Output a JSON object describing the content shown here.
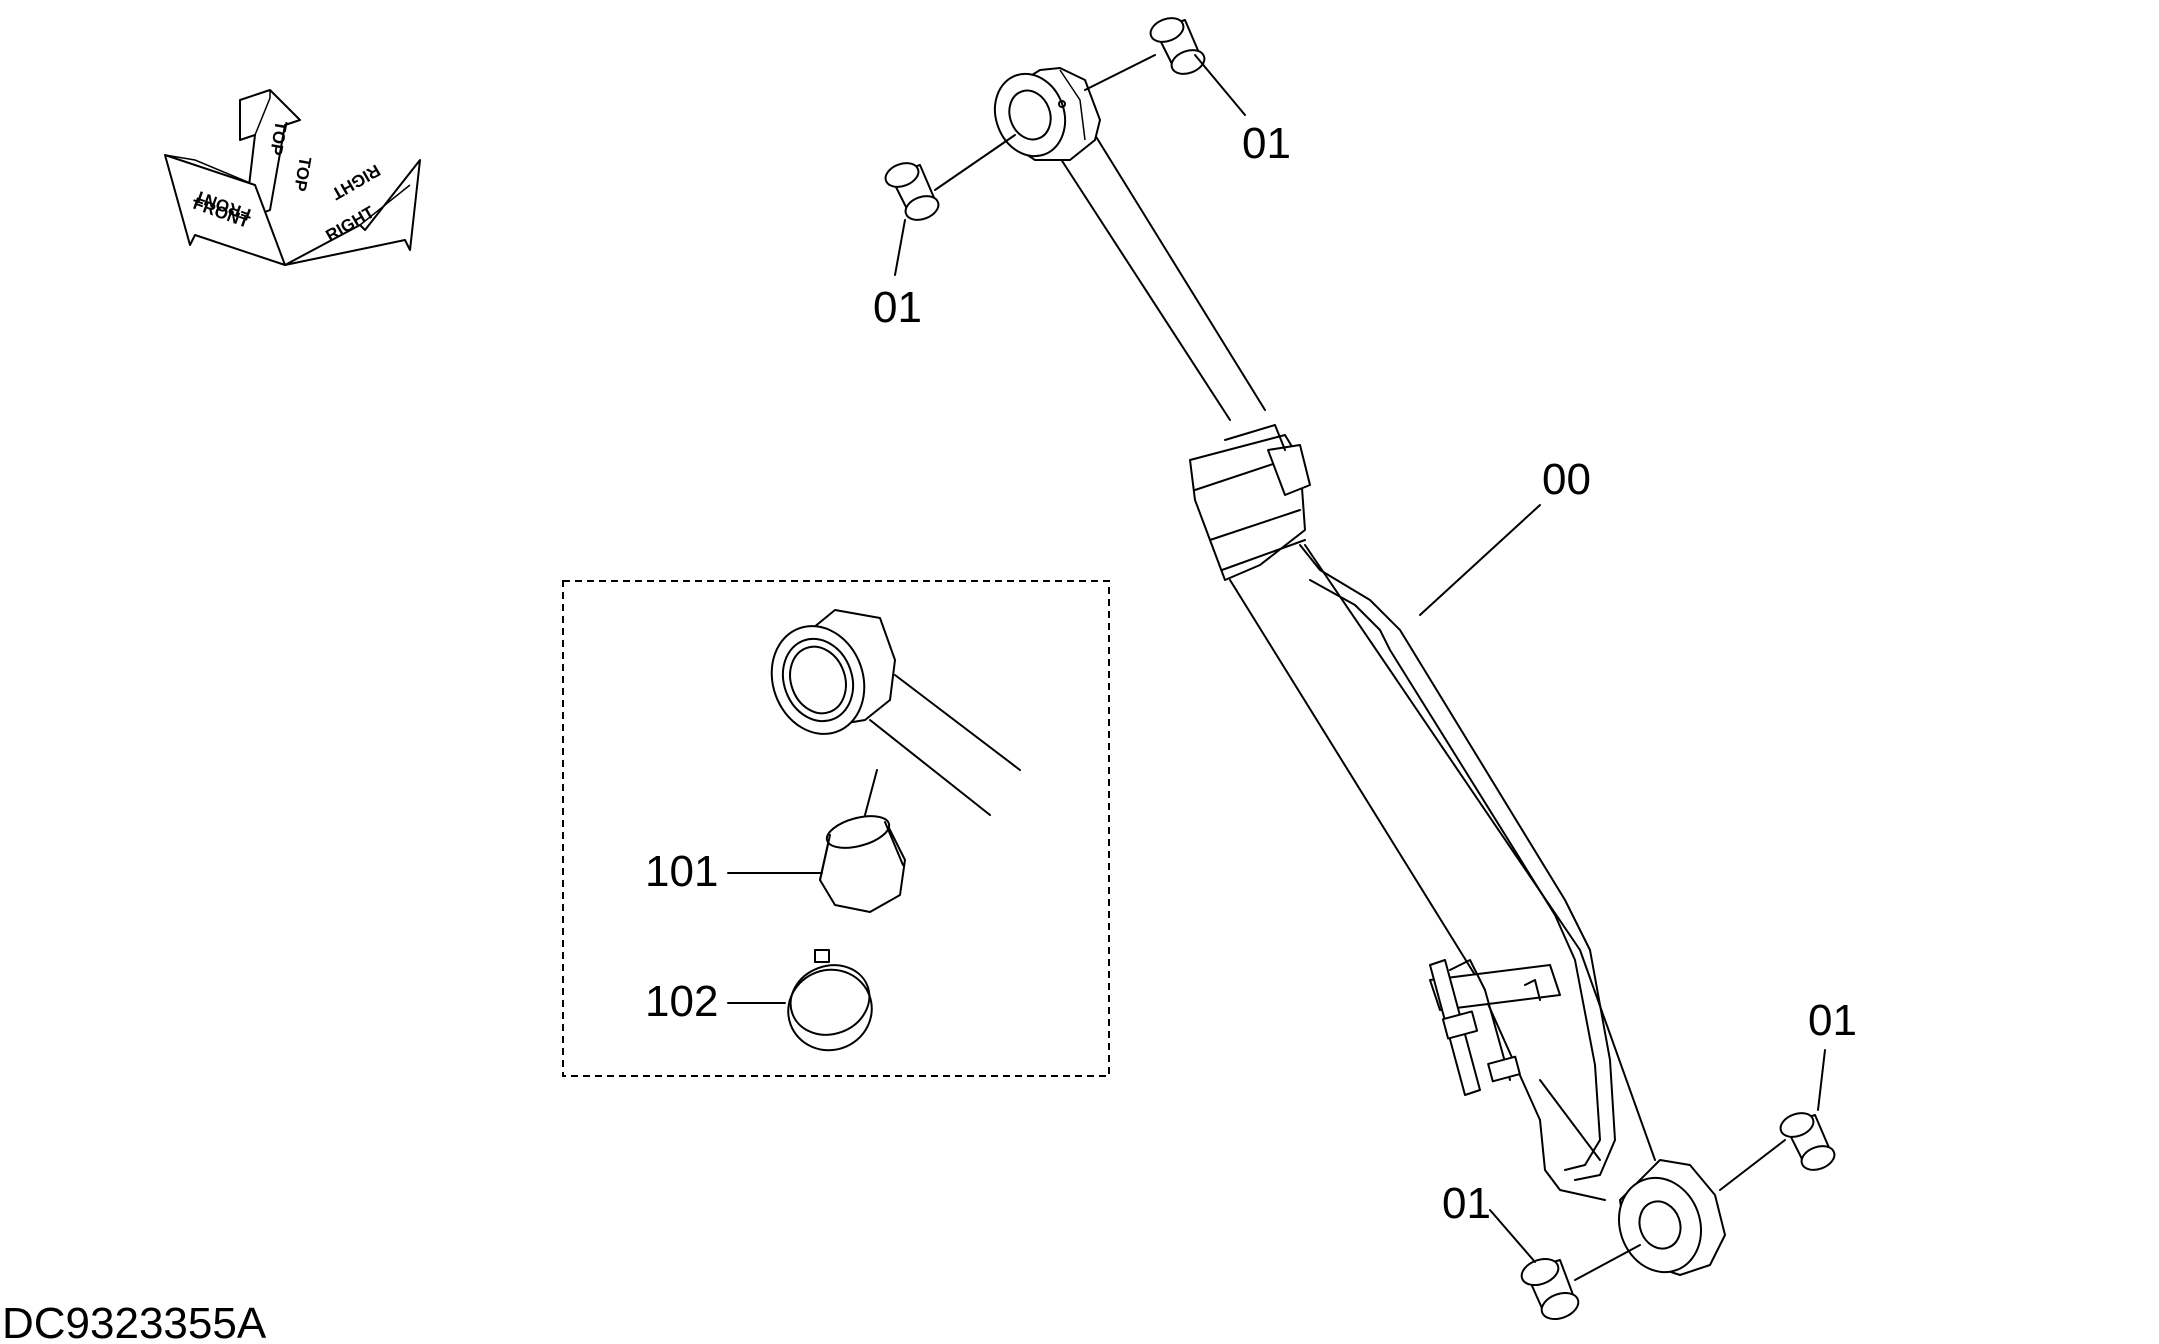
{
  "drawing_id": "DC9323355A",
  "orientation": {
    "front": "FRONT",
    "top": "TOP",
    "right": "RIGHT"
  },
  "callouts": [
    {
      "id": "top-right-bushing",
      "label": "01"
    },
    {
      "id": "top-left-bushing",
      "label": "01"
    },
    {
      "id": "cylinder-assembly",
      "label": "00"
    },
    {
      "id": "bottom-right-bushing",
      "label": "01"
    },
    {
      "id": "bottom-left-bushing",
      "label": "01"
    },
    {
      "id": "detail-bushing",
      "label": "101"
    },
    {
      "id": "detail-snap-ring",
      "label": "102"
    }
  ]
}
